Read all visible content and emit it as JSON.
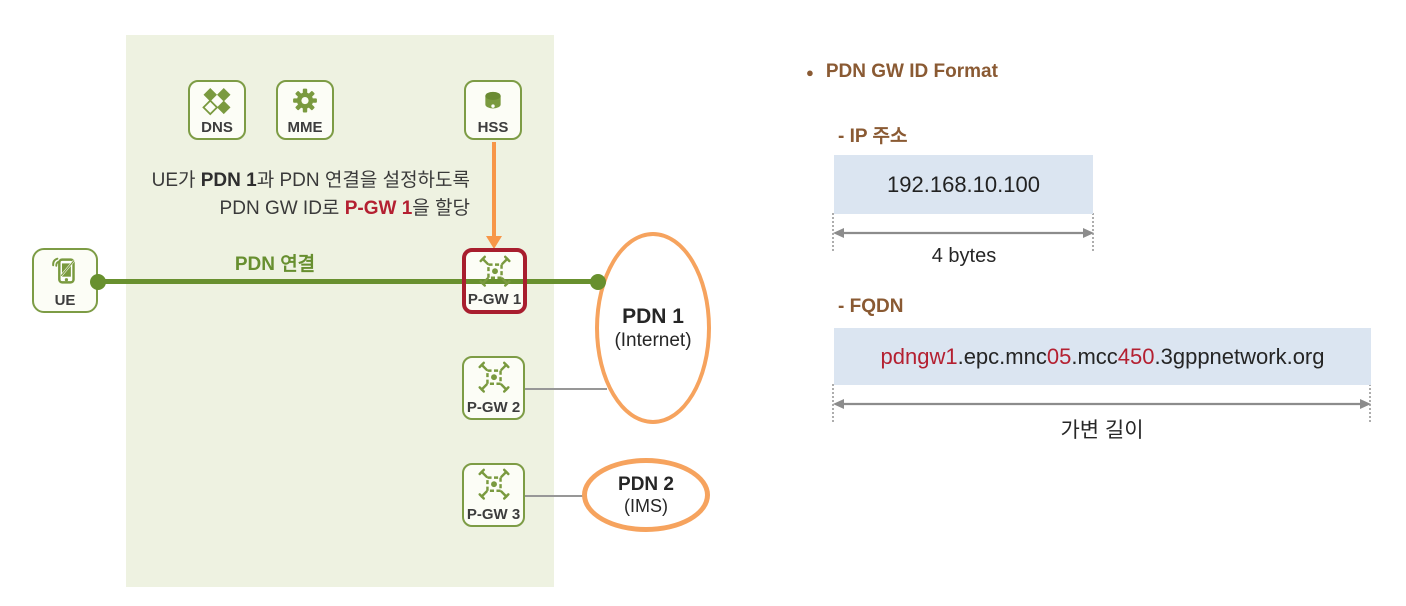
{
  "diagram": {
    "nodes": {
      "dns": {
        "label": "DNS",
        "icon": "diamond-cluster-icon"
      },
      "mme": {
        "label": "MME",
        "icon": "gear-icon"
      },
      "hss": {
        "label": "HSS",
        "icon": "database-icon"
      },
      "ue": {
        "label": "UE",
        "icon": "mobile-phone-icon"
      },
      "pgw1": {
        "label": "P-GW 1",
        "icon": "gateway-icon"
      },
      "pgw2": {
        "label": "P-GW 2",
        "icon": "gateway-icon"
      },
      "pgw3": {
        "label": "P-GW 3",
        "icon": "gateway-icon"
      }
    },
    "annotation": {
      "l1a": "UE가 ",
      "l1b": "PDN 1",
      "l1c": "과 PDN 연결을 설정하도록",
      "l2a": "PDN GW ID로 ",
      "l2b": "P-GW 1",
      "l2c": "을 할당"
    },
    "pdn_link_label": "PDN 연결",
    "pdn1": {
      "name": "PDN 1",
      "detail": "(Internet)"
    },
    "pdn2": {
      "name": "PDN 2",
      "detail": "(IMS)"
    }
  },
  "right": {
    "heading": "PDN GW ID Format",
    "ip": {
      "label": "- IP 주소",
      "value": "192.168.10.100",
      "measure": "4 bytes"
    },
    "fqdn": {
      "label": "- FQDN",
      "parts": [
        {
          "text": "pdngw1",
          "red": true
        },
        {
          "text": ".epc.mnc",
          "red": false
        },
        {
          "text": "05",
          "red": true
        },
        {
          "text": ".mcc",
          "red": false
        },
        {
          "text": "450",
          "red": true
        },
        {
          "text": ".3gppnetwork.org",
          "red": false
        }
      ],
      "measure": "가변 길이"
    }
  },
  "colors": {
    "panel_bg": "#eef2e1",
    "node_green": "#7d9c45",
    "icon_green": "#7a9a3f",
    "link_green": "#68902e",
    "highlight_red": "#a81e2e",
    "text_red": "#b42031",
    "orange_arrow": "#f79648",
    "orange_cloud": "#f6a35e",
    "field_blue": "#dbe5f1",
    "heading_brown": "#8a5a33",
    "measure_gray": "#8c8c8c"
  }
}
